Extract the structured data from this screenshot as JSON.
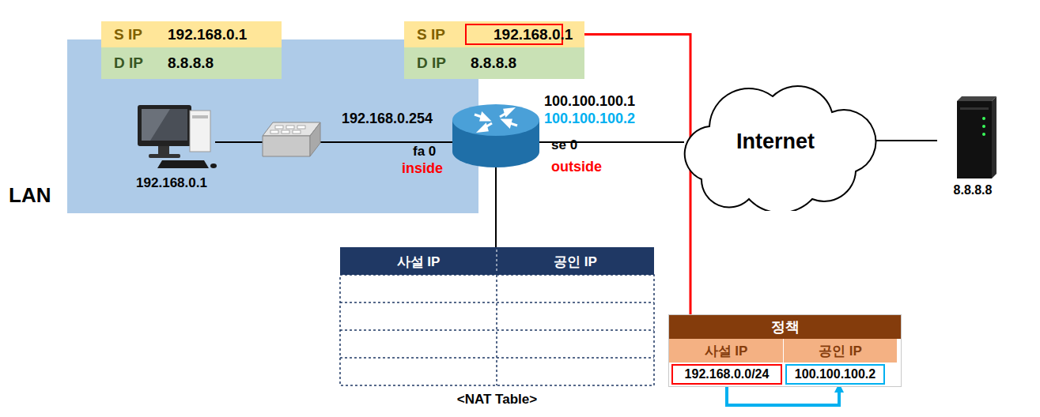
{
  "diagram": {
    "nodes": [
      {
        "text": [
          "LAN"
        ]
      },
      {
        "text": [
          "S IP",
          "192.168.0.1"
        ]
      },
      {
        "text": [
          "D IP",
          "8.8.8.8"
        ]
      },
      {
        "text": [
          "S IP"
        ]
      },
      {
        "text": [
          "192.168.0.1"
        ],
        "in": 3
      },
      {
        "text": [
          "D IP",
          "8.8.8.8"
        ]
      },
      {
        "text": [
          "Internet"
        ]
      },
      {
        "text": [
          "정책"
        ]
      },
      {
        "text": [
          "사설 IP"
        ],
        "in": 7
      },
      {
        "text": [
          "공인 IP"
        ],
        "in": 7
      },
      {
        "text": [
          "192.168.0.0/24"
        ],
        "in": 7
      },
      {
        "text": [
          "100.100.100.2"
        ],
        "in": 7
      }
    ],
    "edges": [
      {
        "from": 4,
        "to": 8,
        "arrow": "to"
      },
      {
        "from": 10,
        "to": 11,
        "arrow": "to"
      }
    ],
    "labels": [
      "192.168.0.1",
      "192.168.0.254",
      "fa 0",
      "inside",
      "100.100.100.1",
      "100.100.100.2",
      "se 0",
      "outside",
      "8.8.8.8",
      "사설 IP",
      "공인 IP",
      "<NAT Table>"
    ]
  }
}
